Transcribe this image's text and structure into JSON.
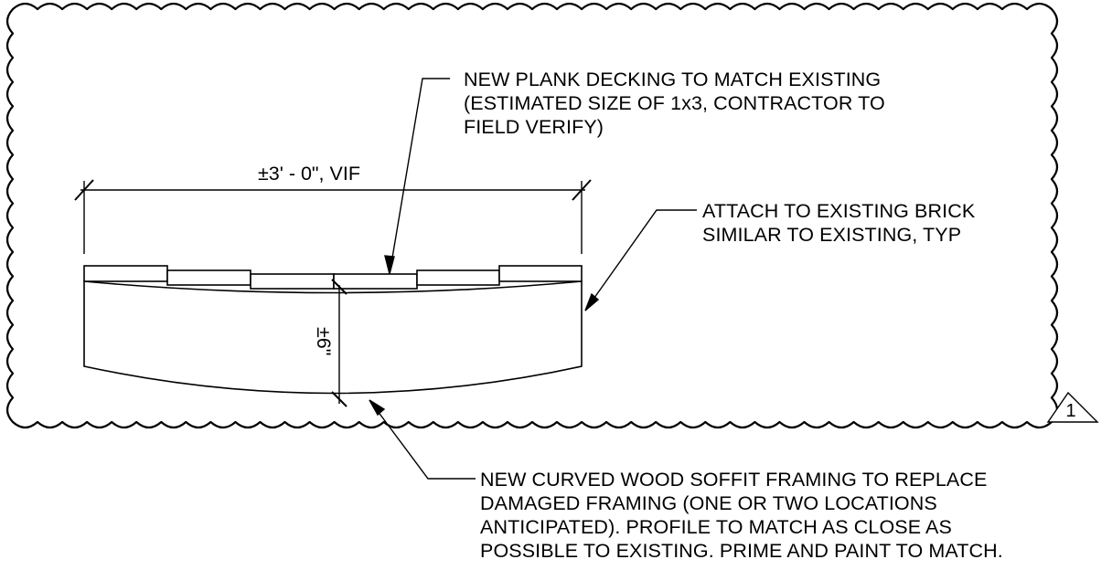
{
  "notes": {
    "decking": [
      "NEW PLANK DECKING TO MATCH EXISTING",
      "(ESTIMATED SIZE OF 1x3, CONTRACTOR TO",
      "FIELD VERIFY)"
    ],
    "attach": [
      "ATTACH TO EXISTING BRICK",
      "SIMILAR TO EXISTING, TYP"
    ],
    "soffit": [
      "NEW CURVED WOOD SOFFIT FRAMING TO REPLACE",
      "DAMAGED FRAMING (ONE OR TWO LOCATIONS",
      "ANTICIPATED).  PROFILE TO MATCH AS CLOSE AS",
      "POSSIBLE TO EXISTING.  PRIME AND PAINT TO MATCH."
    ]
  },
  "dimensions": {
    "width": "±3' - 0\", VIF",
    "depth": "±6\""
  },
  "revision": {
    "number": "1"
  }
}
